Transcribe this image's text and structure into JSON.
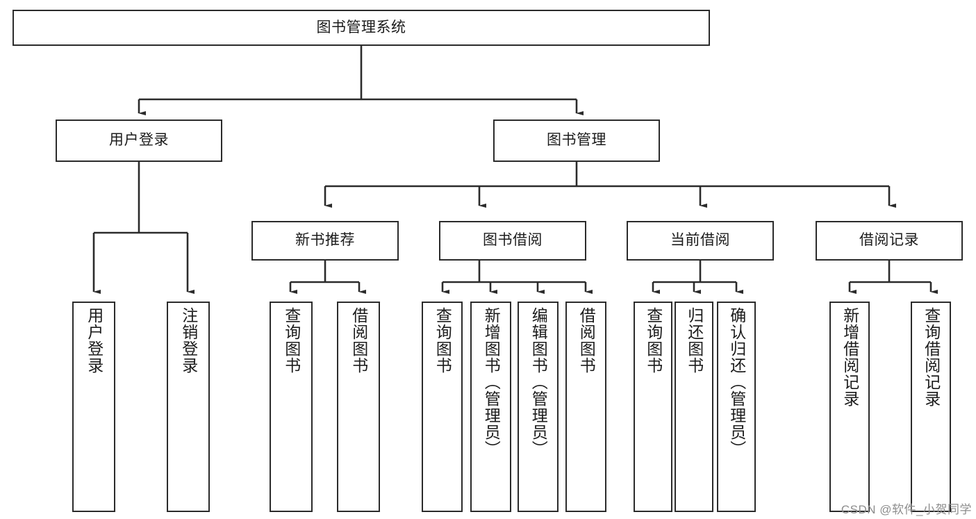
{
  "diagram": {
    "type": "tree-hierarchy-chart",
    "title": "图书管理系统",
    "watermark": "CSDN @软件_小贺同学",
    "colors": {
      "stroke": "#2b2b2b",
      "fill": "#ffffff",
      "text": "#1c1c1c",
      "watermark": "#8d8d8d"
    },
    "nodes": {
      "root": {
        "label": "图书管理系统",
        "orientation": "horizontal"
      },
      "l1": [
        {
          "id": "user-login",
          "label": "用户登录",
          "orientation": "horizontal"
        },
        {
          "id": "book-manage",
          "label": "图书管理",
          "orientation": "horizontal"
        }
      ],
      "l2": [
        {
          "id": "new-book-recommend",
          "label": "新书推荐",
          "orientation": "horizontal"
        },
        {
          "id": "book-borrow",
          "label": "图书借阅",
          "orientation": "horizontal"
        },
        {
          "id": "current-borrow",
          "label": "当前借阅",
          "orientation": "horizontal"
        },
        {
          "id": "borrow-record",
          "label": "借阅记录",
          "orientation": "horizontal"
        }
      ],
      "leaves": {
        "user-login": [
          {
            "id": "leaf-user-login",
            "label": "用户登录",
            "orientation": "vertical"
          },
          {
            "id": "leaf-logout-login",
            "label": "注销登录",
            "orientation": "vertical"
          }
        ],
        "new-book-recommend": [
          {
            "id": "leaf-query-book-1",
            "label": "查询图书",
            "orientation": "vertical"
          },
          {
            "id": "leaf-borrow-book-1",
            "label": "借阅图书",
            "orientation": "vertical"
          }
        ],
        "book-borrow": [
          {
            "id": "leaf-query-book-2",
            "label": "查询图书",
            "orientation": "vertical"
          },
          {
            "id": "leaf-add-book",
            "label": "新增图书（管理员）",
            "orientation": "vertical"
          },
          {
            "id": "leaf-edit-book",
            "label": "编辑图书（管理员）",
            "orientation": "vertical"
          },
          {
            "id": "leaf-borrow-book-2",
            "label": "借阅图书",
            "orientation": "vertical"
          }
        ],
        "current-borrow": [
          {
            "id": "leaf-query-book-3",
            "label": "查询图书",
            "orientation": "vertical"
          },
          {
            "id": "leaf-return-book",
            "label": "归还图书",
            "orientation": "vertical"
          },
          {
            "id": "leaf-confirm-return",
            "label": "确认归还（管理员）",
            "orientation": "vertical"
          }
        ],
        "borrow-record": [
          {
            "id": "leaf-add-record",
            "label": "新增借阅记录",
            "orientation": "vertical"
          },
          {
            "id": "leaf-query-record",
            "label": "查询借阅记录",
            "orientation": "vertical"
          }
        ]
      }
    }
  }
}
